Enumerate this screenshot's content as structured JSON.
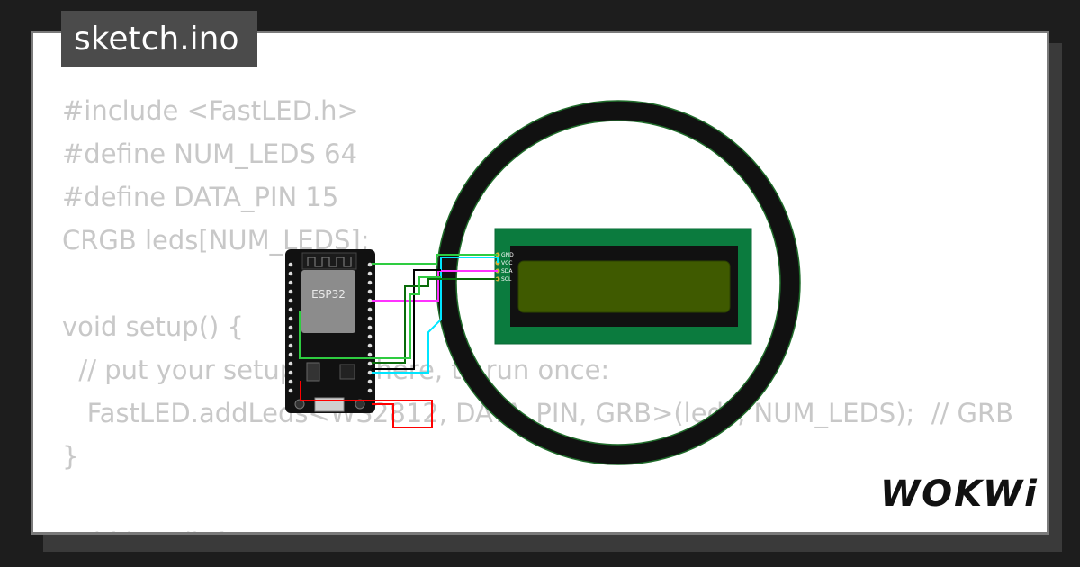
{
  "tab": {
    "filename": "sketch.ino"
  },
  "editor": {
    "lines": [
      "#include <FastLED.h>",
      "#define NUM_LEDS 64",
      "#define DATA_PIN 15",
      "CRGB leds[NUM_LEDS];",
      "",
      "void setup() {",
      "  // put your setup code here, to run once:",
      "   FastLED.addLeds<WS2812, DATA_PIN, GRB>(leds, NUM_LEDS);  // GRB",
      "}",
      "",
      "void loop() {"
    ]
  },
  "diagram": {
    "esp32": {
      "label": "ESP32"
    },
    "lcd": {
      "pins": [
        "GND",
        "VCC",
        "SDA",
        "SCL"
      ]
    },
    "wires": {
      "colors": [
        "#2ecc40",
        "#00e5ff",
        "#ff33ff",
        "#000000",
        "#ff0000",
        "#0a6b0a"
      ]
    }
  },
  "brand": {
    "logo": "WOKWi"
  },
  "colors": {
    "background": "#1d1d1d",
    "card": "#ffffff",
    "tab": "#4b4b4b",
    "code_text": "#c8c8c8",
    "lcd_board": "#0b7b3e",
    "lcd_screen": "#3f5a00",
    "ring": "#111111"
  }
}
